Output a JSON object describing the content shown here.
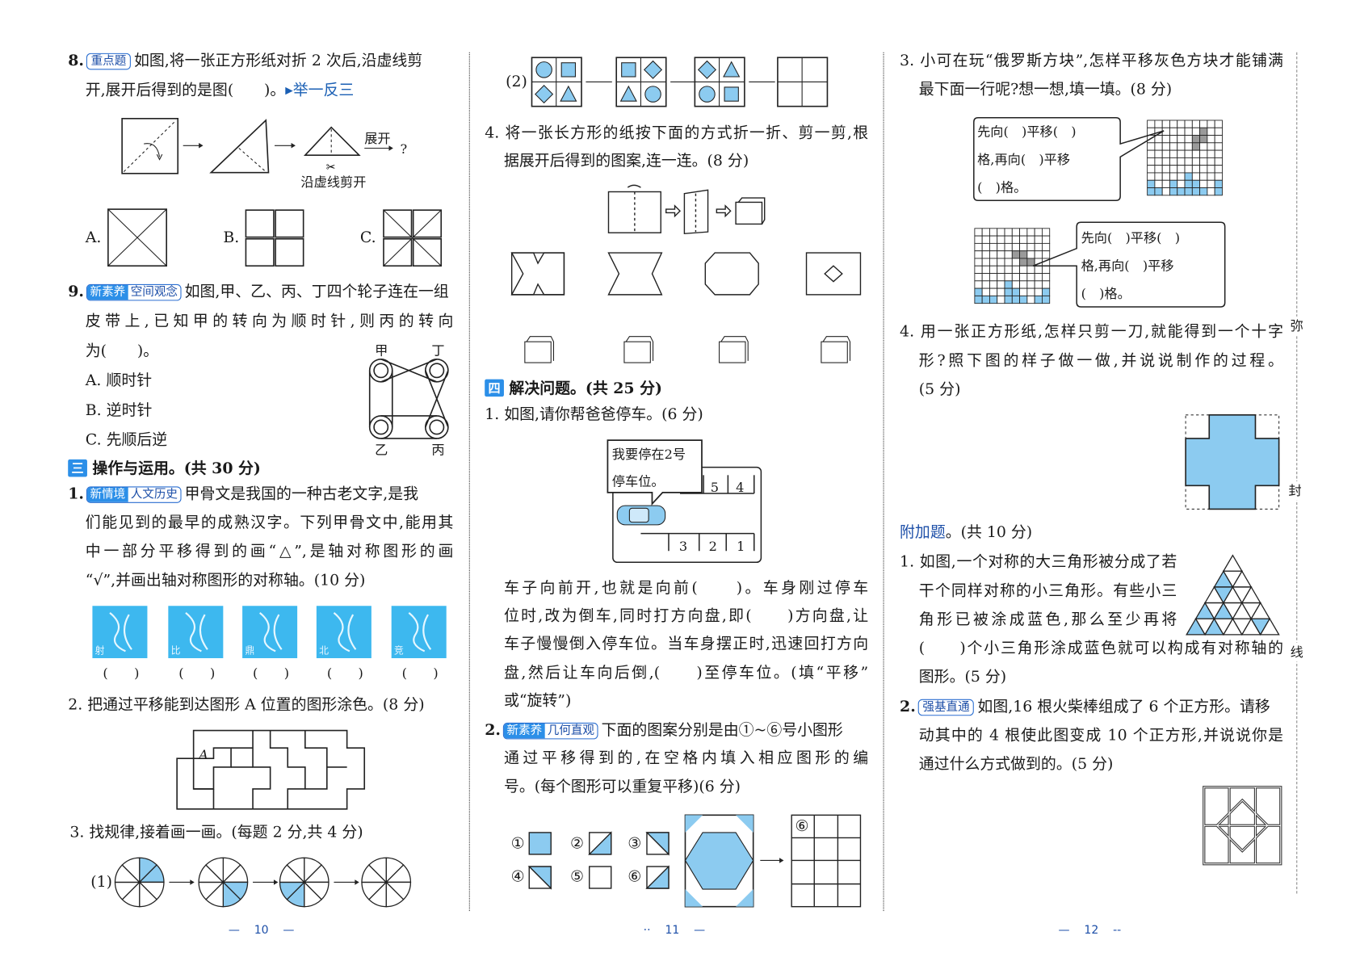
{
  "page10": {
    "q8": {
      "num": "8.",
      "tag": "重点题",
      "lines": [
        "如图,将一张正方形纸对折 2 次后,沿虚线剪",
        "开,展开后得到的是图(　　)。"
      ],
      "link": "举一反三",
      "unfold": "展开",
      "question_mark": "?",
      "cut_label": "沿虚线剪开",
      "options": [
        "A.",
        "B.",
        "C."
      ]
    },
    "q9": {
      "num": "9.",
      "tag_a": "新素养",
      "tag_b": "空间观念",
      "lines": [
        "如图,甲、乙、丙、丁四个轮子连在一组",
        "皮带上,已知甲的转向为顺时针,则丙的转向",
        "为(　　)。"
      ],
      "options": [
        "A. 顺时针",
        "B. 逆时针",
        "C. 先顺后逆"
      ],
      "wheels": [
        "甲",
        "丁",
        "乙",
        "丙"
      ]
    },
    "section3": {
      "num": "三",
      "title": "操作与运用。(共 30 分)"
    },
    "q1": {
      "num": "1.",
      "tag_a": "新情境",
      "tag_b": "人文历史",
      "lines": [
        "甲骨文是我国的一种古老文字,是我",
        "们能见到的最早的成熟汉字。下列甲骨文中,能用其",
        "中一部分平移得到的画“△”,是轴对称图形的画",
        "“√”,并画出轴对称图形的对称轴。(10 分)"
      ],
      "chars": [
        "射",
        "比",
        "鼎",
        "北",
        "竞"
      ],
      "blank": "(　　)"
    },
    "q2": {
      "text": "2. 把通过平移能到达图形 A 位置的图形涂色。(8 分)",
      "label": "A"
    },
    "q3": {
      "text": "3. 找规律,接着画一画。(每题 2 分,共 4 分)",
      "sub": "(1)"
    },
    "page_number": "10"
  },
  "page11": {
    "q3_sub": "(2)",
    "q4": {
      "lines": [
        "4. 将一张长方形的纸按下面的方式折一折、剪一剪,根",
        "据展开后得到的图案,连一连。(8 分)"
      ]
    },
    "section4": {
      "num": "四",
      "title": "解决问题。(共 25 分)"
    },
    "q1": {
      "title": "1. 如图,请你帮爸爸停车。(6 分)",
      "speech": [
        "我要停在2号",
        "停车位。"
      ],
      "spots_top": [
        "5",
        "4"
      ],
      "spots_bottom": [
        "3",
        "2",
        "1"
      ],
      "lines": [
        "车子向前开,也就是向前(　　)。车身刚过停车",
        "位时,改为倒车,同时打方向盘,即(　　)方向盘,让",
        "车子慢慢倒入停车位。当车身摆正时,迅速回打方向",
        "盘,然后让车向后倒,(　　)至停车位。(填“平移”",
        "或“旋转”)"
      ]
    },
    "q2": {
      "num": "2.",
      "tag_a": "新素养",
      "tag_b": "几何直观",
      "lines": [
        "下面的图案分别是由①~⑥号小图形",
        "通过平移得到的,在空格内填入相应图形的编",
        "号。(每个图形可以重复平移)(6 分)"
      ],
      "shapes": [
        "①",
        "②",
        "③",
        "④",
        "⑤",
        "⑥"
      ],
      "grid_label": "⑥"
    },
    "page_number": "11"
  },
  "page12": {
    "q3": {
      "lines": [
        "3. 小可在玩“俄罗斯方块”,怎样平移灰色方块才能铺满",
        "最下面一行呢?想一想,填一填。(8 分)"
      ],
      "bubble1": [
        "先向(　)平移(　)",
        "格,再向(　)平移",
        "(　)格。"
      ],
      "bubble2": [
        "先向(　)平移(　)",
        "格,再向(　)平移",
        "(　)格。"
      ]
    },
    "q4": {
      "lines": [
        "4. 用一张正方形纸,怎样只剪一刀,就能得到一个十字",
        "形?照下图的样子做一做,并说说制作的过程。",
        "(5 分)"
      ]
    },
    "extra": {
      "title": "附加题",
      "score": "。(共 10 分)"
    },
    "e1": {
      "lines": [
        "1. 如图,一个对称的大三角形被分成了若",
        "干个同样对称的小三角形。有些小三",
        "角形已被涂成蓝色,那么至少再将",
        "(　　)个小三角形涂成蓝色就可以构成有对称轴的",
        "图形。(5 分)"
      ]
    },
    "e2": {
      "num": "2.",
      "tag": "强基直通",
      "lines": [
        "如图,16 根火柴棒组成了 6 个正方形。请移",
        "动其中的 4 根使此图变成 10 个正方形,并说说你是",
        "通过什么方式做到的。(5 分)"
      ]
    },
    "margin": [
      "弥",
      "封",
      "线"
    ],
    "page_number": "12"
  },
  "colors": {
    "accent": "#2c8fe8",
    "fill": "#8ccbf0",
    "tile": "#3db8ef",
    "link": "#1a5fb4"
  }
}
